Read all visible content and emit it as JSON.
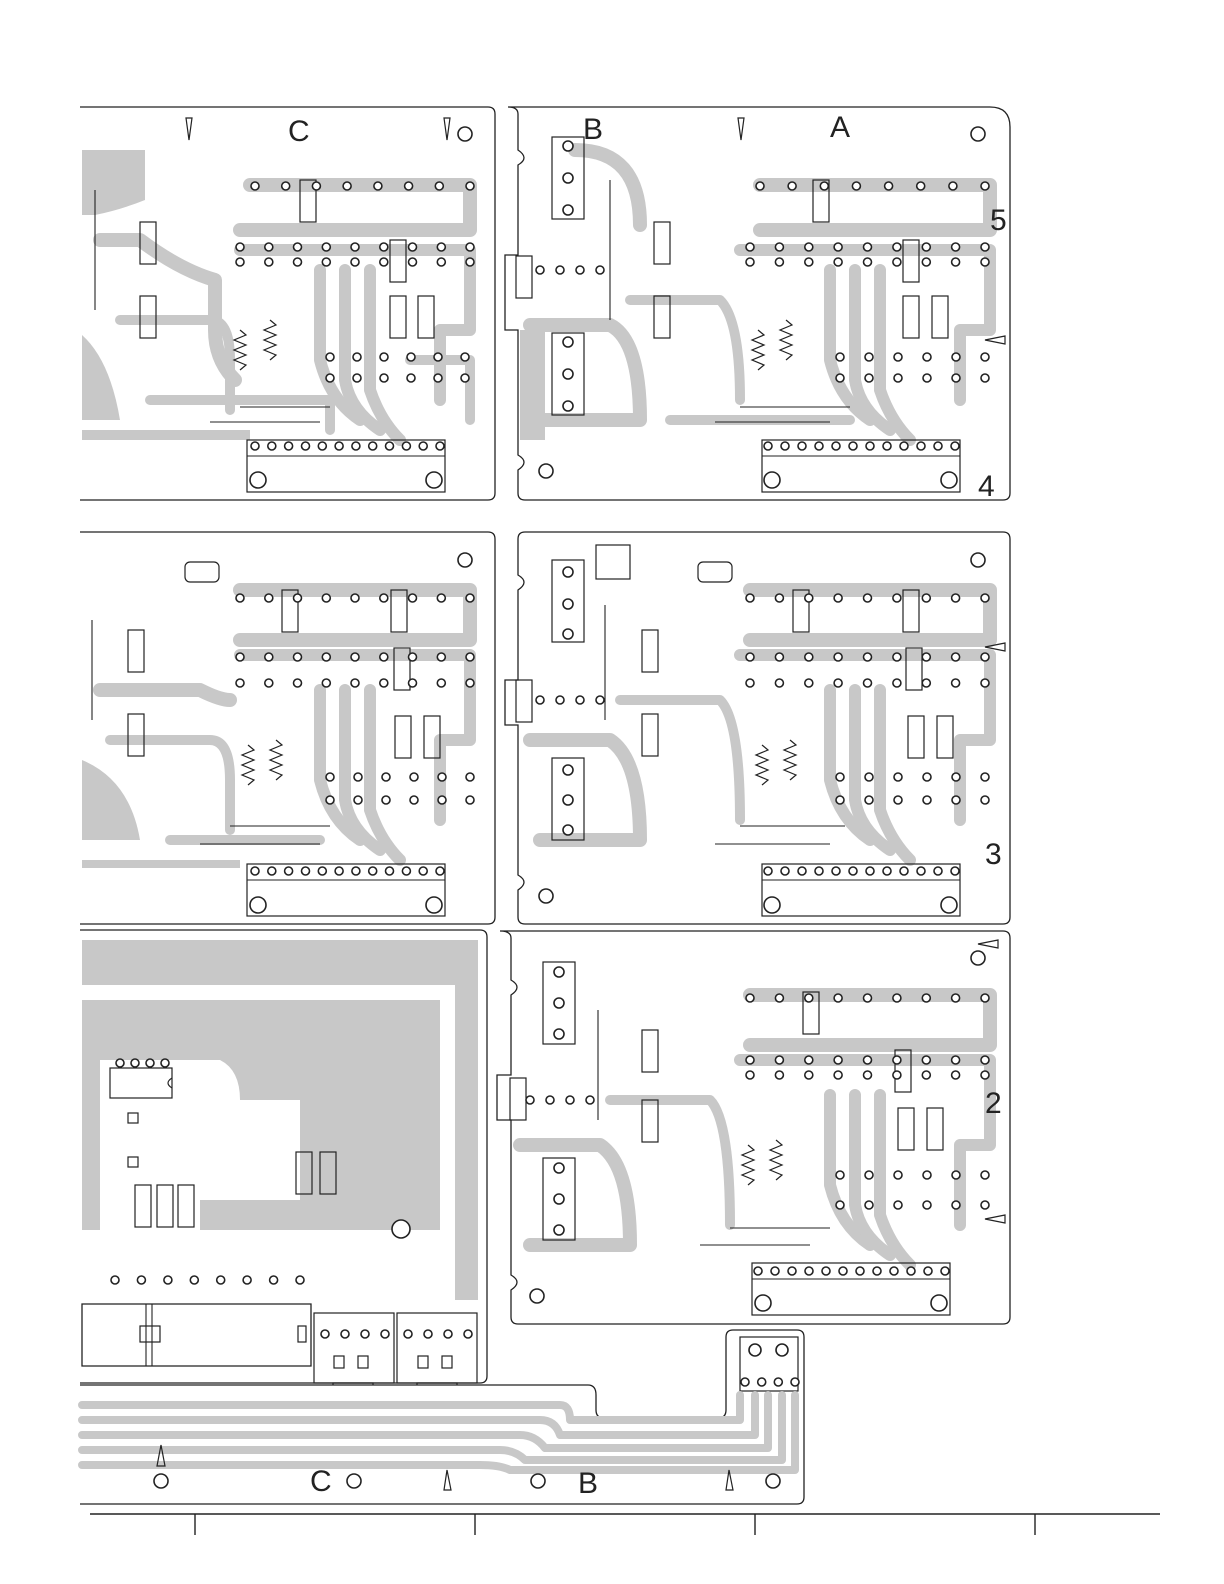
{
  "board_labels": [
    {
      "text": "C"
    },
    {
      "text": "B"
    },
    {
      "text": "A"
    },
    {
      "text": "C"
    },
    {
      "text": "B"
    }
  ],
  "section_numbers": [
    {
      "text": "5"
    },
    {
      "text": "4"
    },
    {
      "text": "3"
    },
    {
      "text": "2"
    }
  ],
  "colors": {
    "copper": "#c8c8c8",
    "ink": "#222222",
    "board": "#ffffff"
  }
}
